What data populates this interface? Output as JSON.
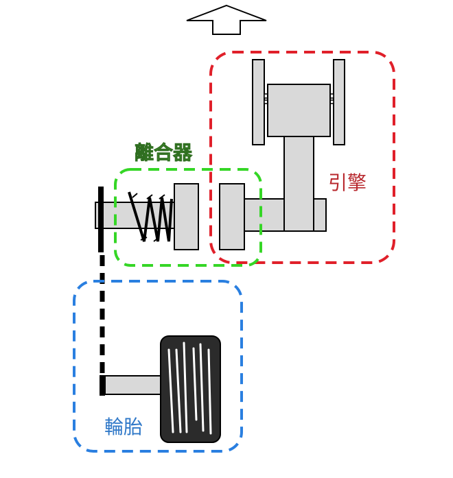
{
  "labels": {
    "clutch": "離合器",
    "engine": "引擎",
    "tire": "輪胎"
  },
  "colors": {
    "engine_box": "#e0202a",
    "clutch_box": "#35d626",
    "tire_box": "#2a7fe0",
    "clutch_label": "#5aa83a",
    "engine_label": "#b8282e",
    "tire_label": "#2f78c8",
    "part_fill": "#d9d9d9",
    "tire_fill": "#2b2b2b"
  },
  "icons": {
    "direction_arrow": "up-arrow-icon",
    "spring": "spring-icon",
    "tire": "tire-icon"
  }
}
